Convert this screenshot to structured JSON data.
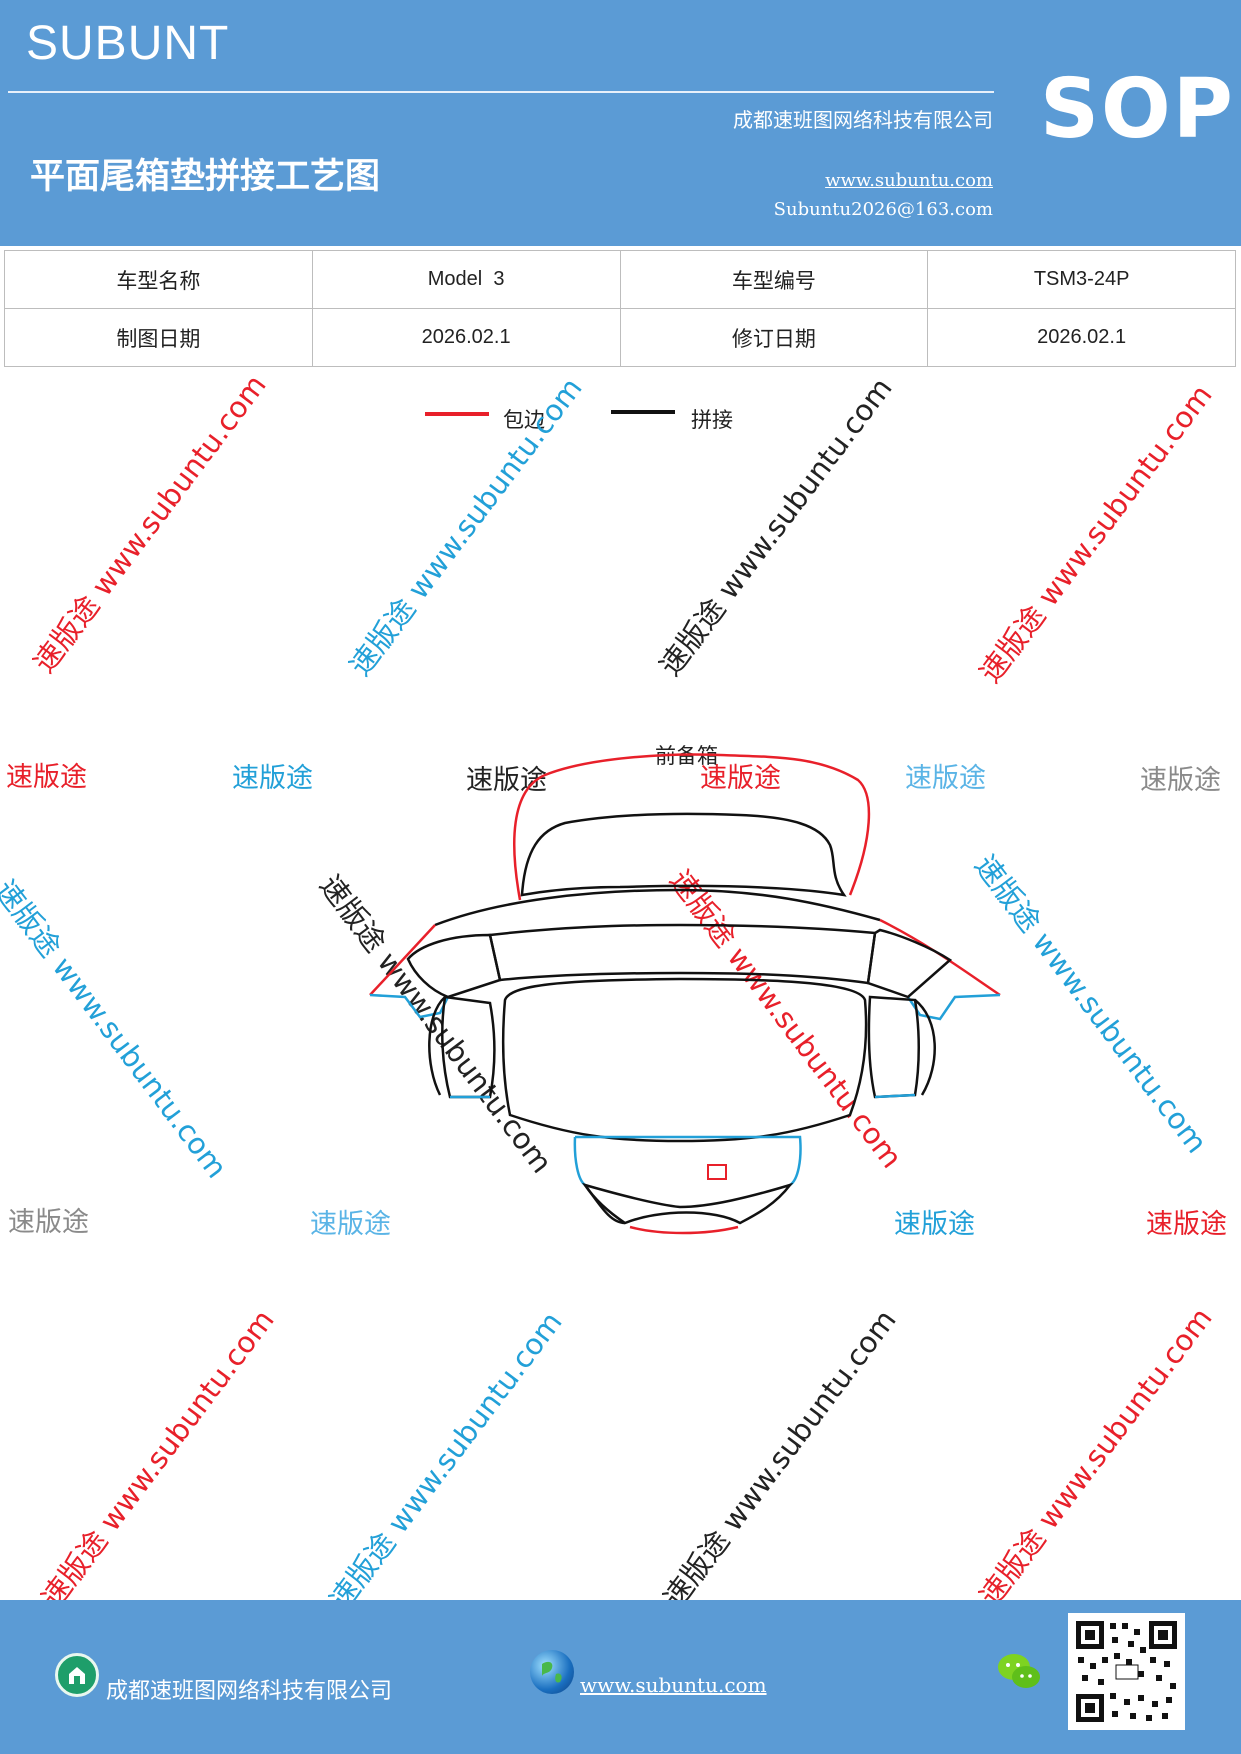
{
  "header": {
    "brand": "SUBUNT",
    "code": "SOP",
    "company": "成都速班图网络科技有限公司",
    "title": "平面尾箱垫拼接工艺图",
    "website": "www.subuntu.com",
    "email": "Subuntu2026@163.com"
  },
  "info_table": {
    "rows": [
      [
        "车型名称",
        "Model  3",
        "车型编号",
        "TSM3-24P"
      ],
      [
        "制图日期",
        "2026.02.1",
        "修订日期",
        "2026.02.1"
      ]
    ]
  },
  "legend": [
    {
      "label": "包边",
      "color": "#e8202a"
    },
    {
      "label": "拼接",
      "color": "#111111"
    }
  ],
  "drawing": {
    "part_label": "前备箱",
    "colors": {
      "edge": "#e8202a",
      "seam": "#111111",
      "alt": "#22a0d8"
    }
  },
  "watermark": {
    "diagonal": "速版途 www.subuntu.com",
    "short": "速版途"
  },
  "footer": {
    "company": "成都速班图网络科技有限公司",
    "website": "www.subuntu.com",
    "home_icon": "home-icon",
    "globe_icon": "globe-icon",
    "wechat_icon": "wechat-icon",
    "qr_code": "qr-code"
  }
}
